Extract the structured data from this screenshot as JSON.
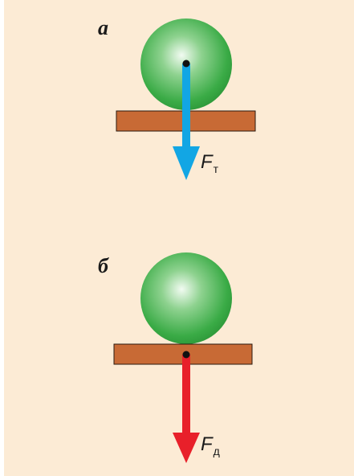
{
  "panels": [
    {
      "label": "а",
      "force": {
        "symbol": "F",
        "subscript": "т",
        "color": "#12a6e4"
      }
    },
    {
      "label": "б",
      "force": {
        "symbol": "F",
        "subscript": "д",
        "color": "#e8202a"
      }
    }
  ],
  "colors": {
    "background": "#fcebd5",
    "ball": "#3fae4a",
    "ball_highlight": "#e9f6ea",
    "support": "#c86a35",
    "support_edge": "#2a1a10",
    "point": "#111111"
  }
}
